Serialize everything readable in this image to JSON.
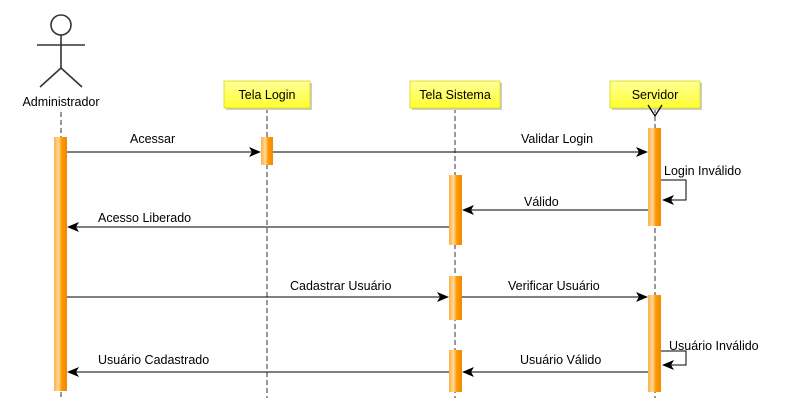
{
  "actor": {
    "label": "Administrador",
    "icon": "stick-figure-icon"
  },
  "participants": [
    {
      "label": "Tela Login"
    },
    {
      "label": "Tela Sistema"
    },
    {
      "label": "Servidor"
    }
  ],
  "messages": [
    {
      "label": "Acessar"
    },
    {
      "label": "Validar Login"
    },
    {
      "label": "Login Inválido"
    },
    {
      "label": "Válido"
    },
    {
      "label": "Acesso Liberado"
    },
    {
      "label": "Cadastrar Usuário"
    },
    {
      "label": "Verificar Usuário"
    },
    {
      "label": "Usuário Inválido"
    },
    {
      "label": "Usuário Válido"
    },
    {
      "label": "Usuário Cadastrado"
    }
  ],
  "colors": {
    "participant_box": "#ffff66",
    "activation": "#ff9900",
    "lifeline": "#333333",
    "arrow": "#000000"
  }
}
